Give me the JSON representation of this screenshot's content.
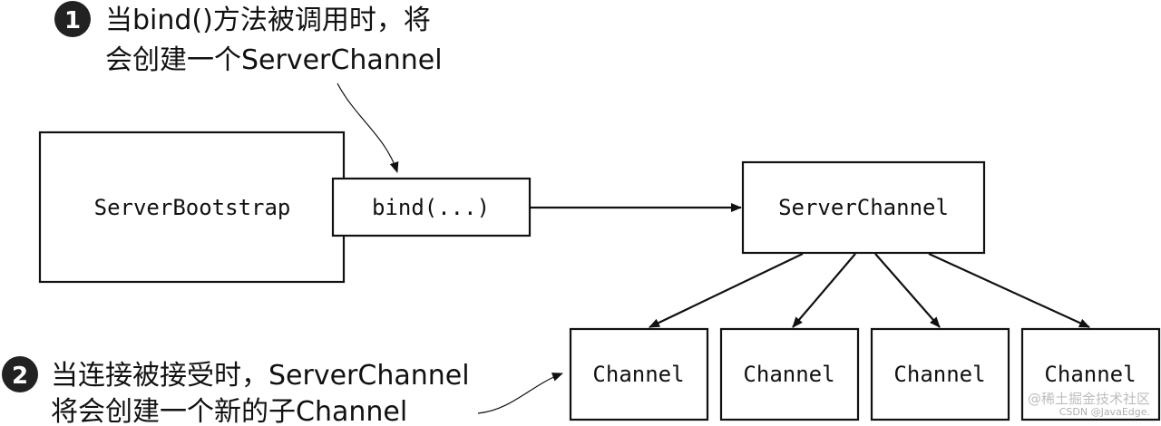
{
  "annotations": {
    "a1": {
      "badge": "1",
      "line1": "当bind()方法被调用时，将",
      "line2": "会创建一个ServerChannel"
    },
    "a2": {
      "badge": "2",
      "line1": "当连接被接受时，ServerChannel",
      "line2": "将会创建一个新的子Channel"
    }
  },
  "boxes": {
    "bootstrap": "ServerBootstrap",
    "bind": "bind(...)",
    "server_channel": "ServerChannel",
    "channels": [
      "Channel",
      "Channel",
      "Channel",
      "Channel"
    ]
  },
  "watermark": {
    "main": "@稀土掘金技术社区",
    "sub": "CSDN @JavaEdge."
  },
  "colors": {
    "ink": "#111111",
    "badge": "#222222",
    "watermark": "#bdbdbd"
  }
}
